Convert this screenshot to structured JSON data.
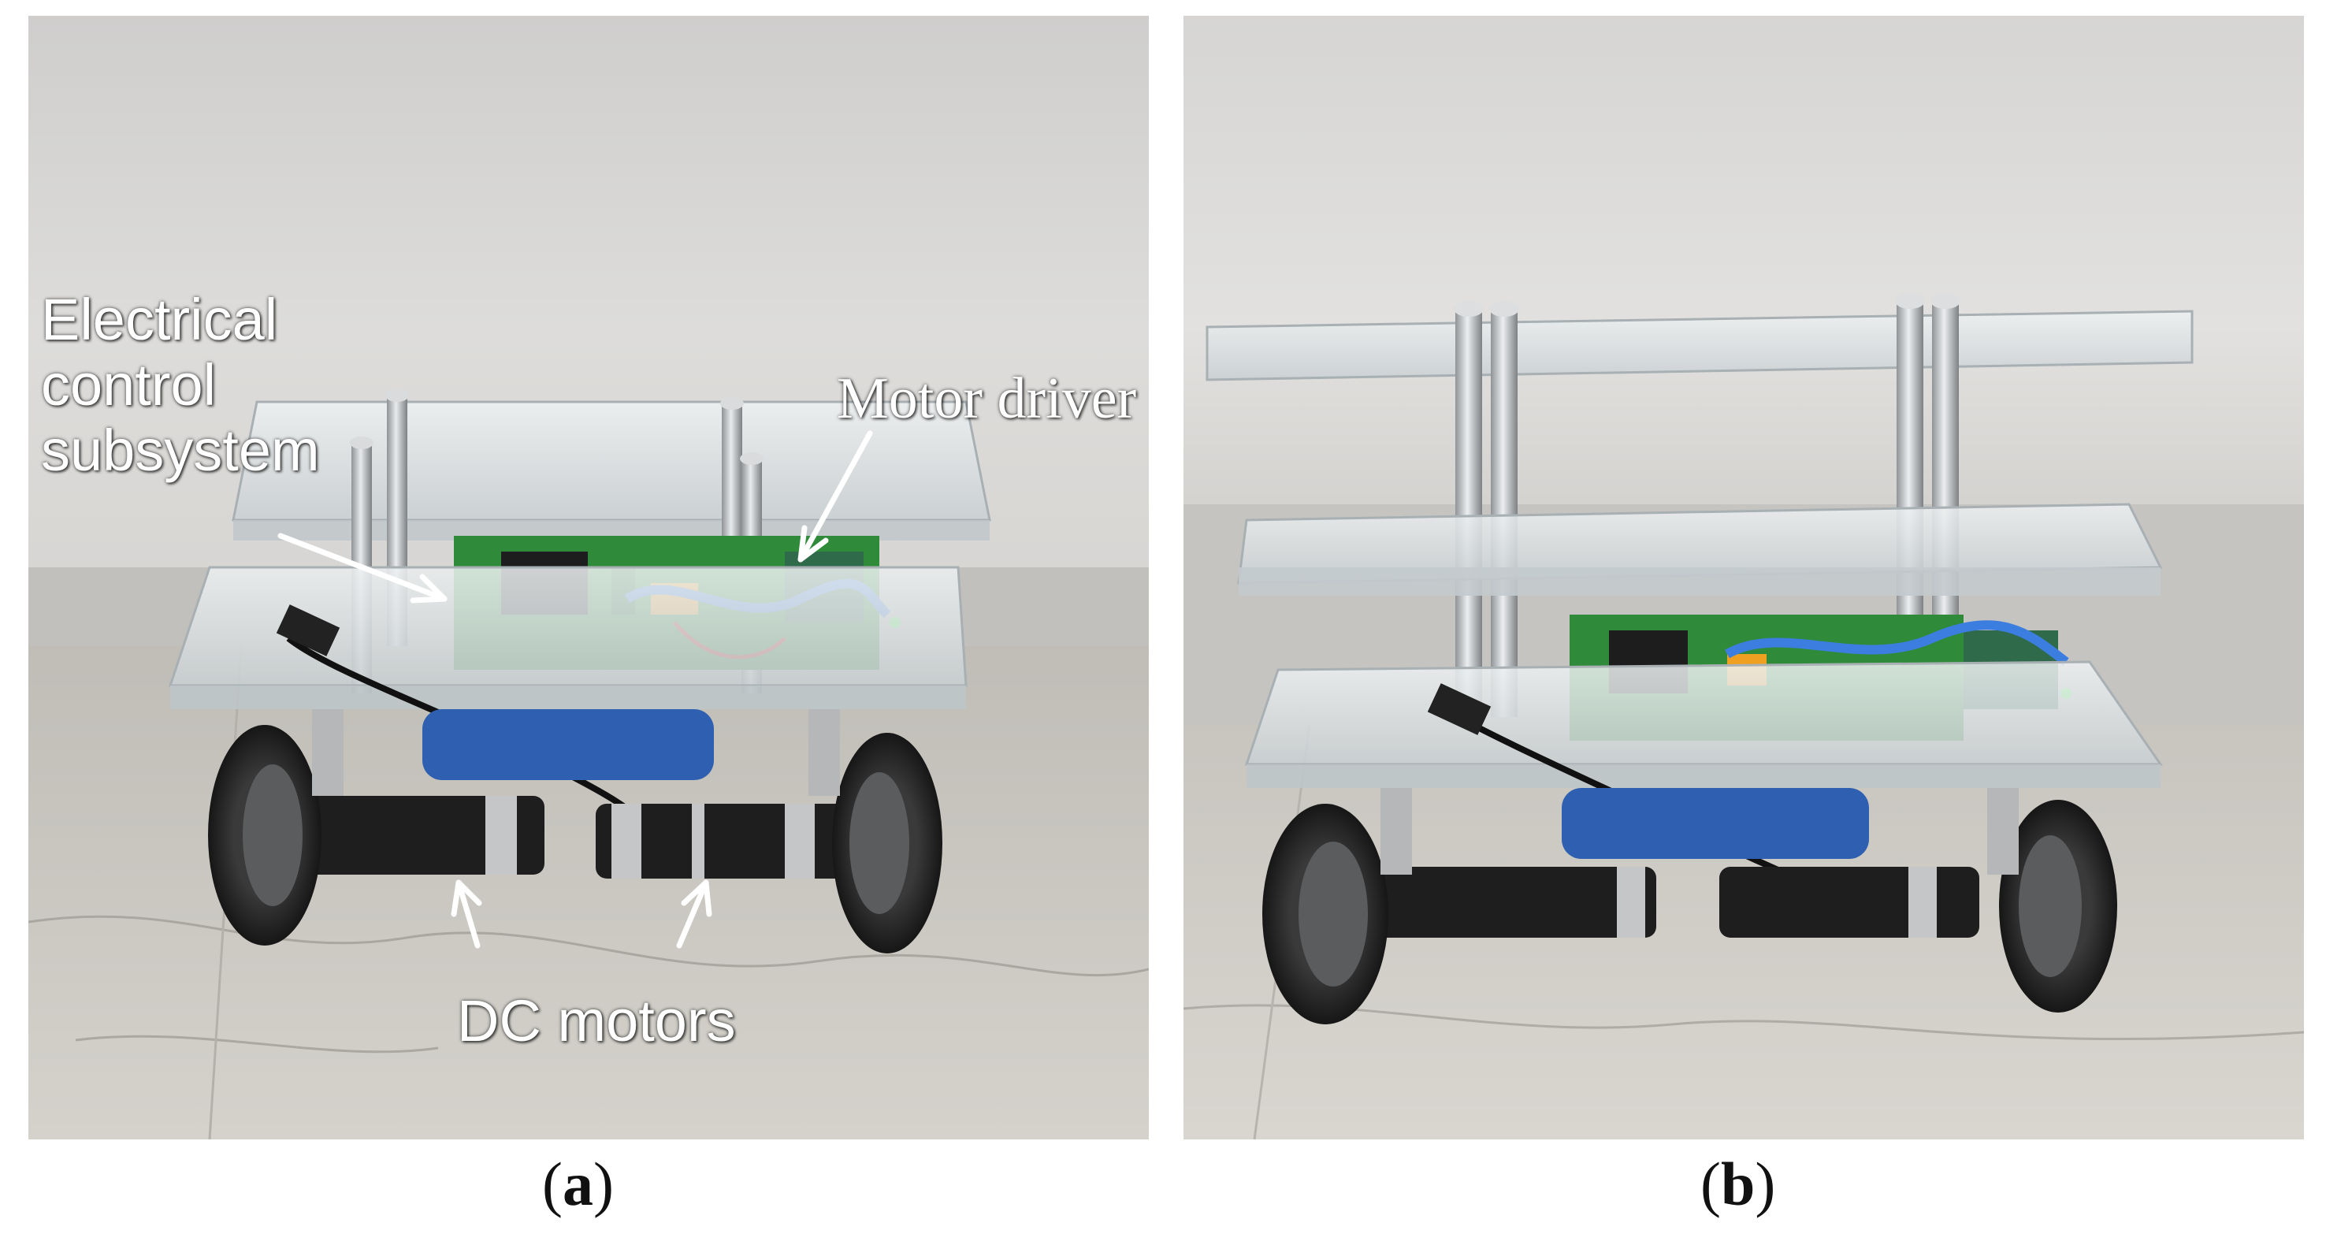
{
  "panels": [
    {
      "id": "a",
      "caption_open": "(",
      "caption_letter": "a",
      "caption_close": ")",
      "labels": {
        "electrical_line1": "Electrical",
        "electrical_line2": "control",
        "electrical_line3": "subsystem",
        "motor_driver": "Motor driver",
        "dc_motors": "DC motors"
      }
    },
    {
      "id": "b",
      "caption_open": "(",
      "caption_letter": "b",
      "caption_close": ")"
    }
  ],
  "colors": {
    "wall": "#d8d6d4",
    "floor": "#c9c7c0",
    "acrylic": "#e4e8ea",
    "pcb_green": "#2f8a3a",
    "battery_blue": "#2e5fb0",
    "motor_black": "#1e1e1e",
    "tire": "#2a2a2a",
    "pillar": "#b9bcc0",
    "label_text": "#ffffff"
  }
}
